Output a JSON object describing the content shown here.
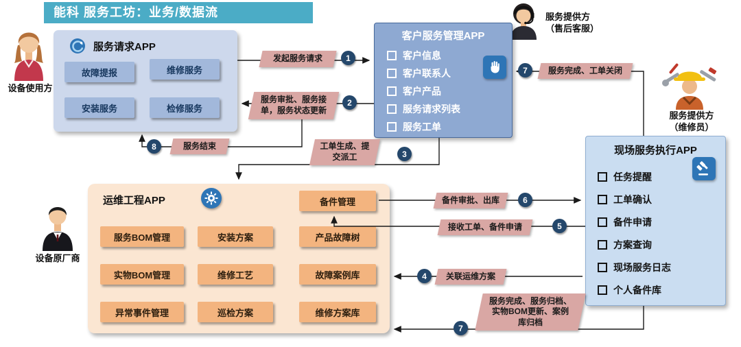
{
  "slide": {
    "title": "能科 服务工坊：业务/数据流"
  },
  "actors": {
    "equipment_user": {
      "label": "设备使用方"
    },
    "provider_support": {
      "label": "服务提供方\n（售后客服）"
    },
    "provider_technician": {
      "label": "服务提供方\n（维修员）"
    },
    "oem": {
      "label": "设备原厂商"
    }
  },
  "service_request_app": {
    "title": "服务请求APP",
    "buttons": [
      "故障提报",
      "维修服务",
      "安装服务",
      "检修服务"
    ]
  },
  "customer_service_app": {
    "title": "客户服务管理APP",
    "items": [
      "客户信息",
      "客户联系人",
      "客户产品",
      "服务请求列表",
      "服务工单"
    ]
  },
  "field_service_app": {
    "title": "现场服务执行APP",
    "items": [
      "任务提醒",
      "工单确认",
      "备件申请",
      "方案查询",
      "现场服务日志",
      "个人备件库"
    ]
  },
  "om_engineering_app": {
    "title": "运维工程APP",
    "col1": [
      "服务BOM管理",
      "实物BOM管理",
      "异常事件管理"
    ],
    "col2": [
      "安装方案",
      "维修工艺",
      "巡检方案"
    ],
    "col3": [
      "备件管理",
      "产品故障树",
      "故障案例库",
      "维修方案库"
    ]
  },
  "flows": [
    {
      "num": "1",
      "label": "发起服务请求"
    },
    {
      "num": "2",
      "label": "服务审批、服务接\n单，服务状态更新"
    },
    {
      "num": "3",
      "label": "工单生成、提\n交派工"
    },
    {
      "num": "4",
      "label": "关联运维方案"
    },
    {
      "num": "5",
      "label": "接收工单、备件申请"
    },
    {
      "num": "6",
      "label": "备件审批、出库"
    },
    {
      "num": "7",
      "label": "服务完成、工单关闭"
    },
    {
      "num": "7",
      "label": "服务完成、服务归档、\n实物BOM更新、案例\n库归档"
    },
    {
      "num": "8",
      "label": "服务结束"
    }
  ],
  "colors": {
    "banner_teal": "#4BACC6",
    "box_request_bg": "#CDD8EC",
    "box_customer_bg": "#8EA9D2",
    "box_field_bg": "#CADDF1",
    "box_om_bg": "#FBE6D2",
    "button_blue": "#A2B8DB",
    "button_orange": "#F3B47F",
    "label_pink": "#D9A7A4",
    "badge_navy": "#24476B",
    "icon_blue": "#2E75B6"
  }
}
